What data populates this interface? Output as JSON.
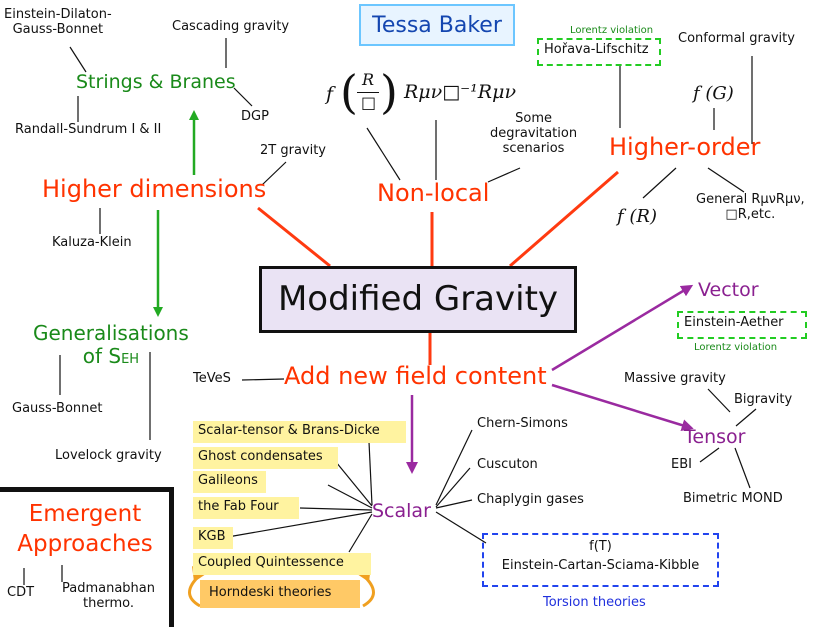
{
  "header": {
    "author": "Tessa Baker"
  },
  "center": {
    "title": "Modified Gravity"
  },
  "branches": {
    "higher_dimensions": "Higher dimensions",
    "non_local": "Non-local",
    "higher_order": "Higher-order",
    "add_field": "Add new field content",
    "emergent_line1": "Emergent",
    "emergent_line2": "Approaches"
  },
  "higher_dimensions": {
    "strings": "Strings & Branes",
    "edgb_line1": "Einstein-Dilaton-",
    "edgb_line2": "Gauss-Bonnet",
    "cascading": "Cascading gravity",
    "dgp": "DGP",
    "rs": "Randall-Sundrum I & II",
    "twot": "2T gravity",
    "kk": "Kaluza-Klein",
    "gen_line1": "Generalisations",
    "gen_line2_prefix": "of S",
    "gen_line2_sub": "EH",
    "gauss_bonnet": "Gauss-Bonnet",
    "lovelock": "Lovelock gravity"
  },
  "non_local": {
    "formula1_f": "f",
    "formula1_num": "R",
    "formula1_den": "□",
    "formula2": "Rμν□⁻¹Rμν",
    "degrav_line1": "Some",
    "degrav_line2": "degravitation",
    "degrav_line3": "scenarios"
  },
  "higher_order": {
    "lv_label": "Lorentz violation",
    "horava": "Hořava-Lifschitz",
    "conformal": "Conformal gravity",
    "fg": "f (G)",
    "fr": "f (R)",
    "general_line1": "General RμνRμν,",
    "general_line2": "□R,etc."
  },
  "vector_tensor": {
    "vector": "Vector",
    "einstein_aether": "Einstein-Aether",
    "lv_label": "Lorentz violation",
    "tensor": "Tensor",
    "massive": "Massive gravity",
    "bigravity": "Bigravity",
    "ebi": "EBI",
    "bimetric": "Bimetric MOND"
  },
  "scalar": {
    "scalar": "Scalar",
    "teves": "TeVeS",
    "items": [
      "Scalar-tensor & Brans-Dicke",
      "Ghost condensates",
      "Galileons",
      "the Fab Four",
      "KGB",
      "Coupled Quintessence"
    ],
    "horndeski": "Horndeski theories",
    "chern_simons": "Chern-Simons",
    "cuscuton": "Cuscuton",
    "chaplygin": "Chaplygin gases"
  },
  "torsion": {
    "ft": "f(T)",
    "ecsk": "Einstein-Cartan-Sciama-Kibble",
    "label": "Torsion theories"
  },
  "emergent": {
    "cdt": "CDT",
    "padma_line1": "Padmanabhan",
    "padma_line2": "thermo."
  },
  "colors": {
    "red": "#ff3300",
    "green": "#1a8a1a",
    "purple": "#8a2090",
    "blue": "#2030dd",
    "title_text": "#1446b0",
    "title_border": "#6cc6ff",
    "core_fill": "#eae3f4",
    "yellow": "#fff3a0",
    "orange": "#ffc966"
  }
}
